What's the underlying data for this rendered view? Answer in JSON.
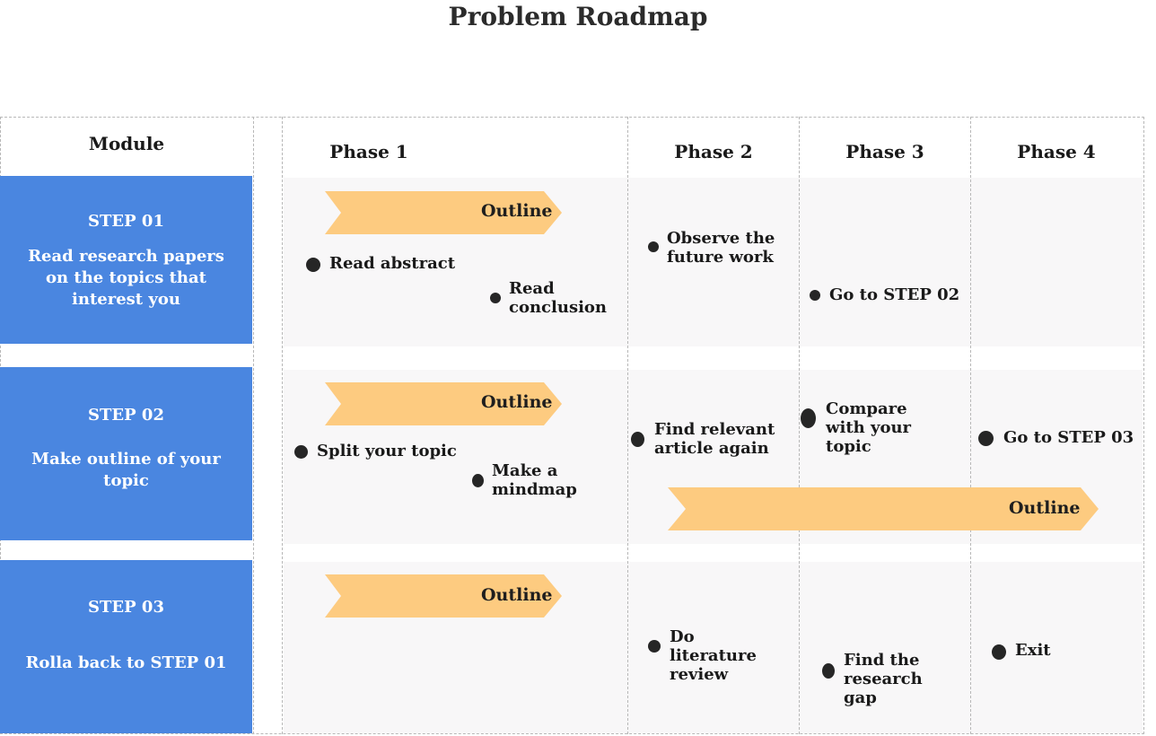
{
  "title": "Problem Roadmap",
  "columns": {
    "module": "Module",
    "phases": [
      "Phase 1",
      "Phase 2",
      "Phase 3",
      "Phase 4"
    ]
  },
  "steps": [
    {
      "number": "STEP 01",
      "description": "Read research papers on the topics that interest you"
    },
    {
      "number": "STEP 02",
      "description": "Make outline of your topic"
    },
    {
      "number": "STEP 03",
      "description": "Rolla back to STEP 01"
    }
  ],
  "outlines": {
    "row1_phase1": "Outline",
    "row2_phase1": "Outline",
    "row2_phase2_4": "Outline",
    "row3_phase1": "Outline"
  },
  "tasks": {
    "read_abstract": "Read abstract",
    "read_conclusion": "Read conclusion",
    "observe_future_work": "Observe the future work",
    "go_to_step_02": "Go to STEP 02",
    "split_topic": "Split your topic",
    "make_mindmap": "Make a mindmap",
    "find_relevant_article": "Find relevant article again",
    "compare_topic": "Compare with your topic",
    "go_to_step_03": "Go to STEP 03",
    "literature_review": "Do literature review",
    "find_research_gap": "Find the research gap",
    "exit": "Exit"
  },
  "colors": {
    "step_blue": "#4a86e0",
    "outline_orange": "#fdcb80",
    "cell_background": "#f8f7f8",
    "dot": "#262626"
  }
}
